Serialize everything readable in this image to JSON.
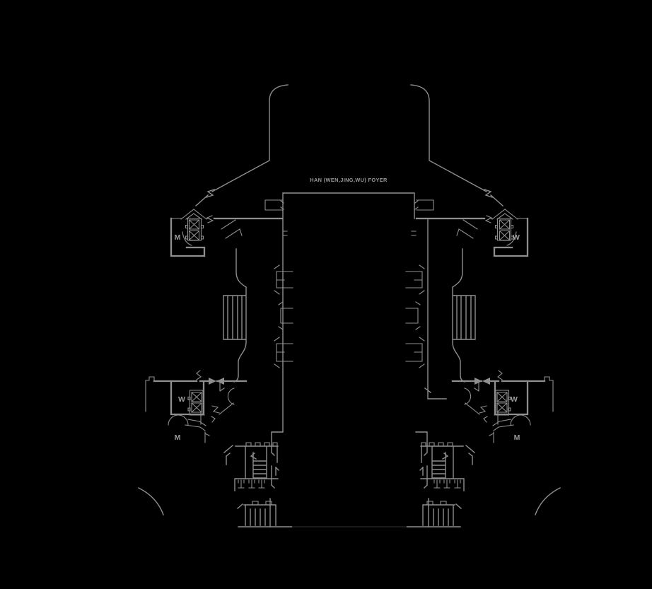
{
  "colors": {
    "background": "#000000",
    "line": "#8f8f8f",
    "line_dark": "#1d1d1d",
    "text": "#9a9a9a"
  },
  "plan": {
    "title": "HAN (WEN,JING,WU) FOYER",
    "rooms": {
      "upper_left": "M",
      "upper_right": "W",
      "lower_left_w": "W",
      "lower_left_m": "M",
      "lower_right_w": "W",
      "lower_right_m": "M"
    }
  }
}
